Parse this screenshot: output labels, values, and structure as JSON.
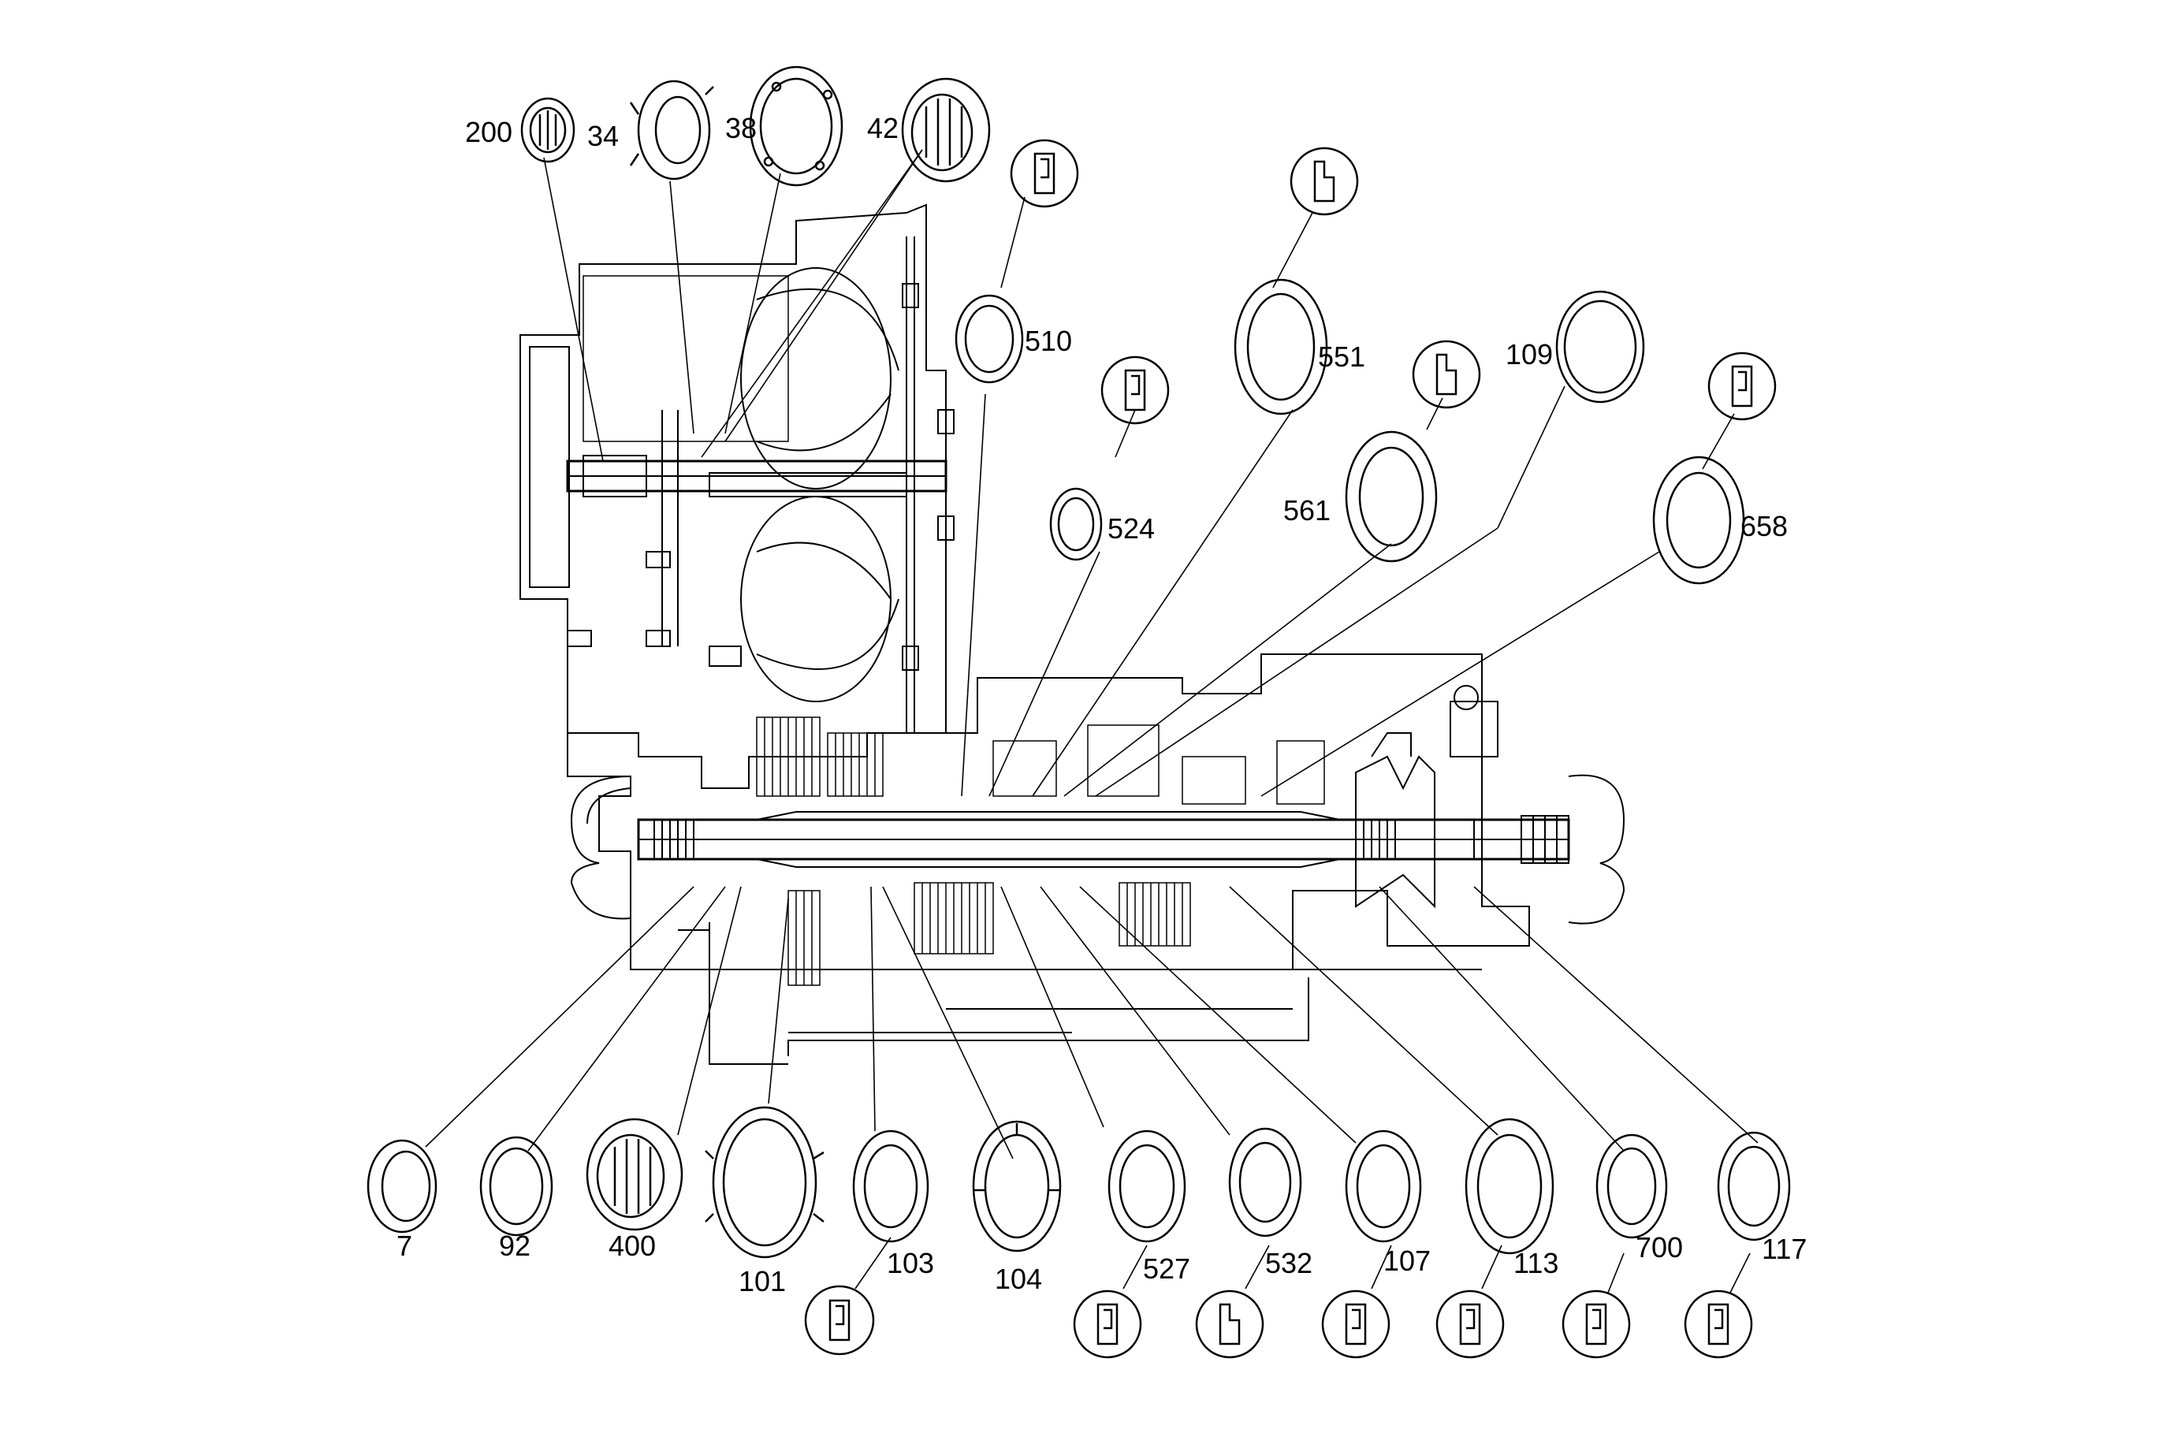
{
  "diagram": {
    "colors": {
      "line": "#000000",
      "background": "#ffffff"
    },
    "callouts": {
      "c200": "200",
      "c34": "34",
      "c38": "38",
      "c42": "42",
      "c510": "510",
      "c524": "524",
      "c551": "551",
      "c561": "561",
      "c109": "109",
      "c658": "658",
      "c7": "7",
      "c92": "92",
      "c400": "400",
      "c101": "101",
      "c103": "103",
      "c104": "104",
      "c527": "527",
      "c532": "532",
      "c107": "107",
      "c113": "113",
      "c700": "700",
      "c117": "117"
    },
    "icons": {
      "lip_seal": "seal-direction-icon",
      "lip_seal_alt": "seal-direction-alt-icon"
    }
  }
}
